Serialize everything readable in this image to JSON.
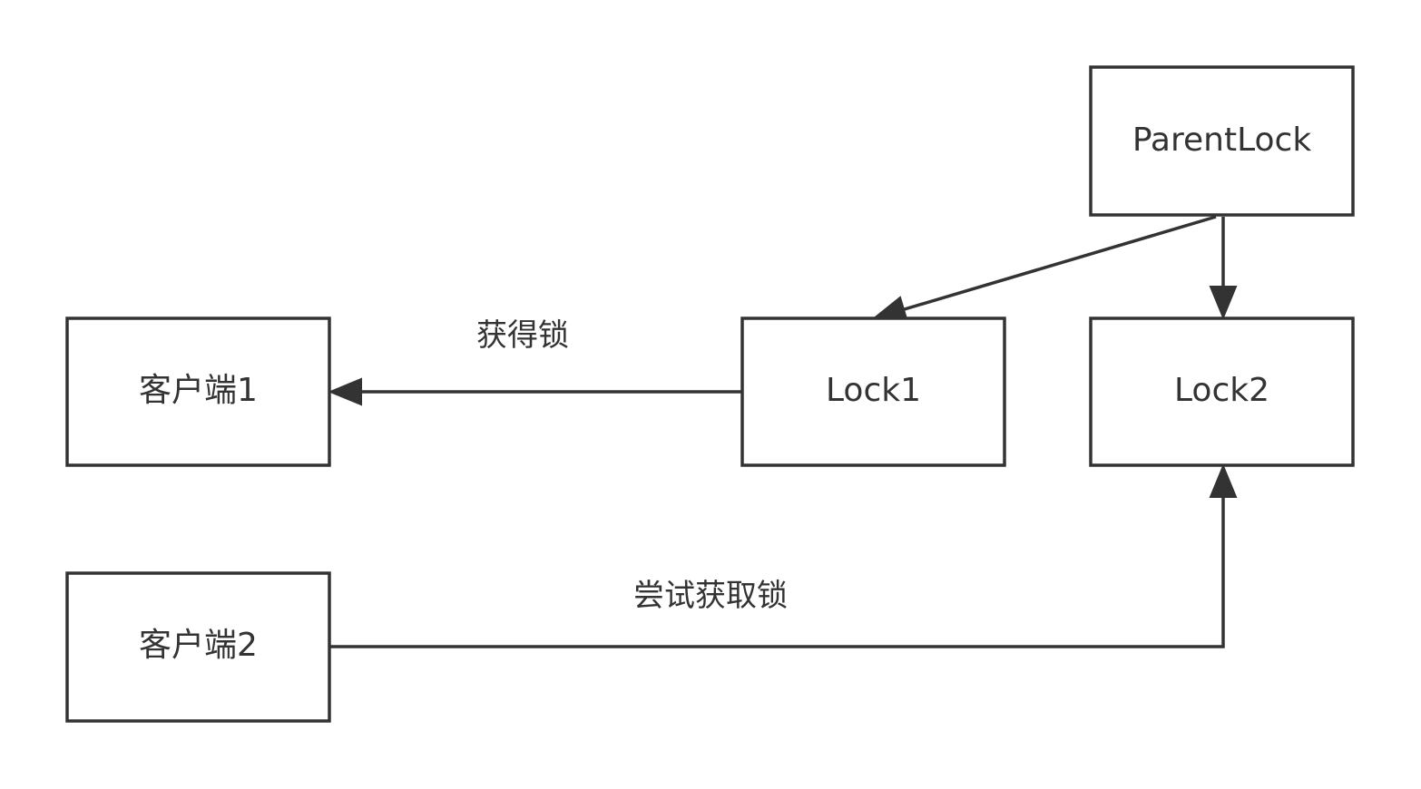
{
  "nodes": {
    "parent_lock": "ParentLock",
    "lock1": "Lock1",
    "lock2": "Lock2",
    "client1": "客户端1",
    "client2": "客户端2"
  },
  "edges": {
    "lock1_to_client1": "获得锁",
    "client2_to_lock2": "尝试获取锁"
  },
  "colors": {
    "stroke": "#333333",
    "background": "#ffffff"
  }
}
